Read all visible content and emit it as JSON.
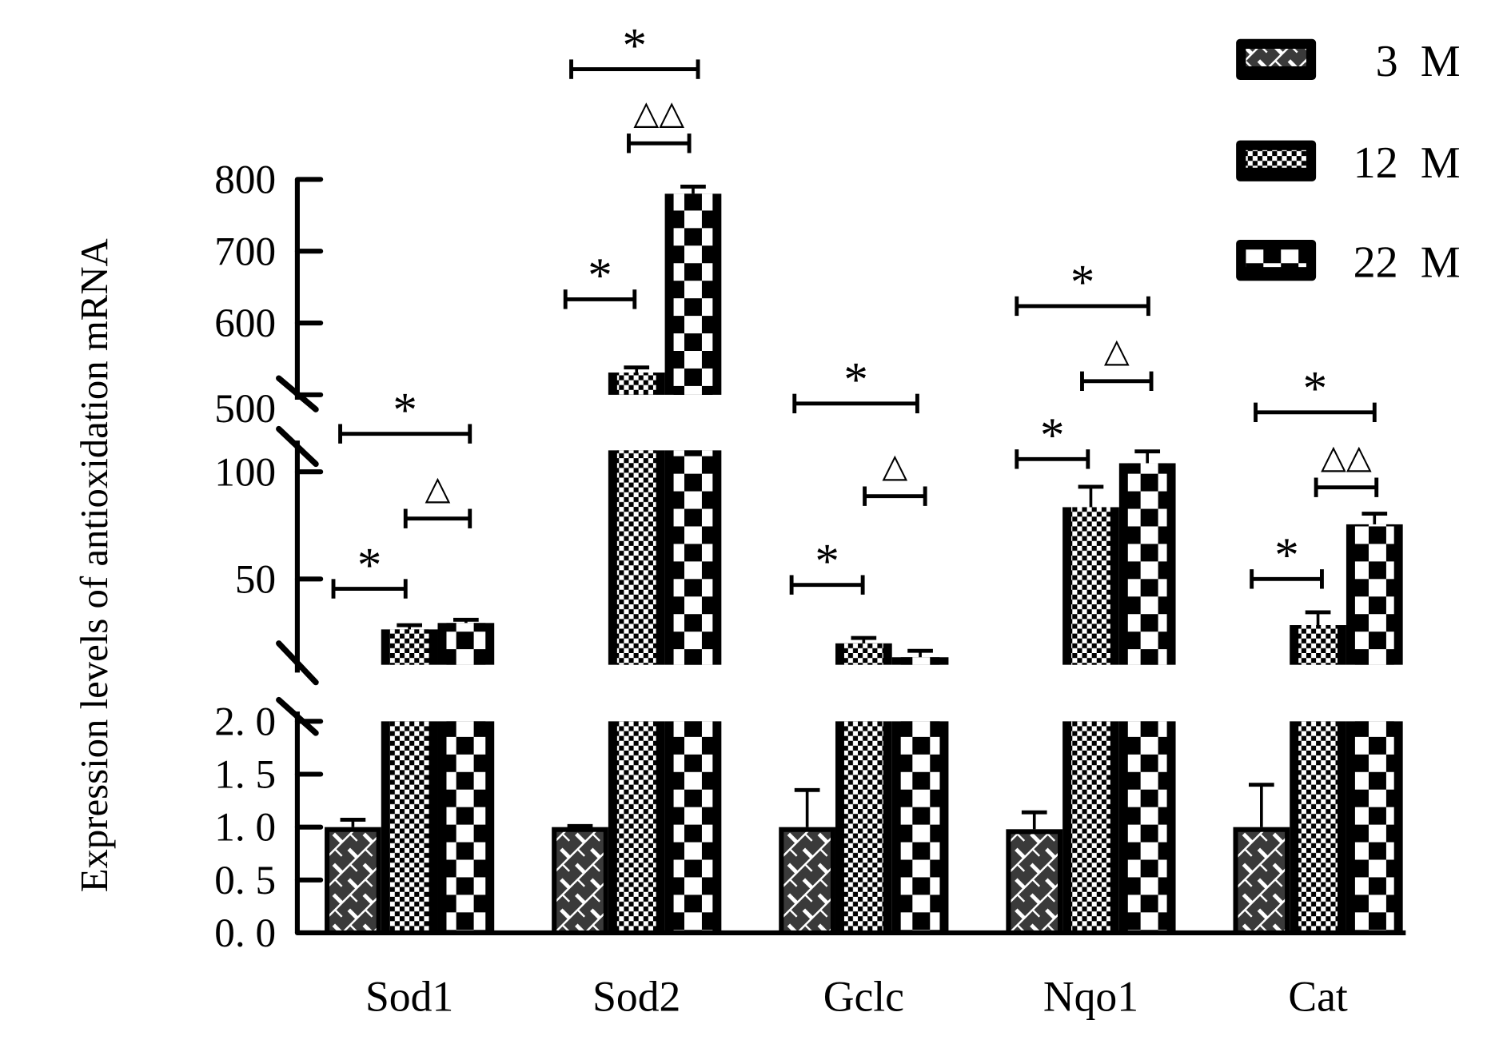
{
  "chart_data": {
    "type": "bar",
    "title": "",
    "xlabel": "",
    "ylabel": "Expression levels of antioxidation mRNA",
    "categories": [
      "Sod1",
      "Sod2",
      "Gclc",
      "Nqo1",
      "Cat"
    ],
    "series": [
      {
        "name": "3 M",
        "values": [
          1.0,
          1.0,
          1.0,
          0.98,
          1.0
        ],
        "errors": [
          0.07,
          0.01,
          0.35,
          0.16,
          0.4
        ]
      },
      {
        "name": "12 M",
        "values": [
          26.5,
          531,
          20,
          83.5,
          28.5
        ],
        "errors": [
          2,
          7,
          2.5,
          9.5,
          6
        ]
      },
      {
        "name": "22 M",
        "values": [
          29.5,
          780,
          13.5,
          104,
          75.5
        ],
        "errors": [
          1.5,
          10,
          3,
          5.5,
          5
        ]
      }
    ],
    "axis_segments": [
      {
        "range": [
          0,
          2
        ],
        "ticks": [
          0,
          0.5,
          1,
          1.5,
          2
        ],
        "tick_labels": [
          "0. 0",
          "0. 5",
          "1. 0",
          "1. 5",
          "2. 0"
        ]
      },
      {
        "range": [
          10,
          110
        ],
        "ticks": [
          50,
          100
        ],
        "tick_labels": [
          "50",
          "100"
        ]
      },
      {
        "range": [
          500,
          800
        ],
        "ticks": [
          500,
          600,
          700,
          800
        ],
        "tick_labels": [
          "500",
          "600",
          "700",
          "800"
        ]
      }
    ],
    "legend": {
      "position": "top-right",
      "entries": [
        "3 M",
        "12 M",
        "22 M"
      ]
    },
    "annotations": [
      {
        "category": "Sod1",
        "between": [
          "3 M",
          "22 M"
        ],
        "label": "*"
      },
      {
        "category": "Sod1",
        "between": [
          "12 M",
          "22 M"
        ],
        "label": "△"
      },
      {
        "category": "Sod1",
        "between": [
          "3 M",
          "12 M"
        ],
        "label": "*"
      },
      {
        "category": "Sod2",
        "between": [
          "3 M",
          "22 M"
        ],
        "label": "*"
      },
      {
        "category": "Sod2",
        "between": [
          "12 M",
          "22 M"
        ],
        "label": "△△"
      },
      {
        "category": "Sod2",
        "between": [
          "3 M",
          "12 M"
        ],
        "label": "*"
      },
      {
        "category": "Gclc",
        "between": [
          "3 M",
          "22 M"
        ],
        "label": "*"
      },
      {
        "category": "Gclc",
        "between": [
          "12 M",
          "22 M"
        ],
        "label": "△"
      },
      {
        "category": "Gclc",
        "between": [
          "3 M",
          "12 M"
        ],
        "label": "*"
      },
      {
        "category": "Nqo1",
        "between": [
          "3 M",
          "22 M"
        ],
        "label": "*"
      },
      {
        "category": "Nqo1",
        "between": [
          "12 M",
          "22 M"
        ],
        "label": "△"
      },
      {
        "category": "Nqo1",
        "between": [
          "3 M",
          "12 M"
        ],
        "label": "*"
      },
      {
        "category": "Cat",
        "between": [
          "3 M",
          "22 M"
        ],
        "label": "*"
      },
      {
        "category": "Cat",
        "between": [
          "12 M",
          "22 M"
        ],
        "label": "△△"
      },
      {
        "category": "Cat",
        "between": [
          "3 M",
          "12 M"
        ],
        "label": "*"
      }
    ]
  }
}
